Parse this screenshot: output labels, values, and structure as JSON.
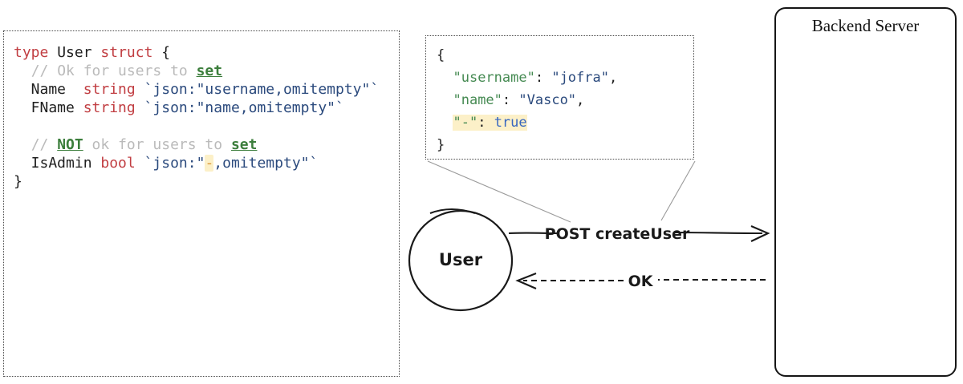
{
  "go_code": {
    "lines": [
      [
        {
          "t": "type",
          "c": "kw"
        },
        {
          "t": " User ",
          "c": "plain"
        },
        {
          "t": "struct",
          "c": "kw"
        },
        {
          "t": " {",
          "c": "plain"
        }
      ],
      [
        {
          "t": "  ",
          "c": "plain"
        },
        {
          "t": "// Ok for users to ",
          "c": "comment"
        },
        {
          "t": "set",
          "c": "em"
        }
      ],
      [
        {
          "t": "  Name  ",
          "c": "plain"
        },
        {
          "t": "string",
          "c": "kw"
        },
        {
          "t": " ",
          "c": "plain"
        },
        {
          "t": "`json:\"username,omitempty\"`",
          "c": "str"
        }
      ],
      [
        {
          "t": "  FName ",
          "c": "plain"
        },
        {
          "t": "string",
          "c": "kw"
        },
        {
          "t": " ",
          "c": "plain"
        },
        {
          "t": "`json:\"name,omitempty\"`",
          "c": "str"
        }
      ],
      [],
      [
        {
          "t": "  ",
          "c": "plain"
        },
        {
          "t": "// ",
          "c": "comment"
        },
        {
          "t": "NOT",
          "c": "em"
        },
        {
          "t": " ok for users to ",
          "c": "comment"
        },
        {
          "t": "set",
          "c": "em"
        }
      ],
      [
        {
          "t": "  IsAdmin ",
          "c": "plain"
        },
        {
          "t": "bool",
          "c": "kw"
        },
        {
          "t": " ",
          "c": "plain"
        },
        {
          "t": "`json:\"",
          "c": "str"
        },
        {
          "t": "-",
          "c": "dash"
        },
        {
          "t": ",omitempty\"`",
          "c": "str"
        }
      ],
      [
        {
          "t": "}",
          "c": "plain"
        }
      ]
    ]
  },
  "json_payload": {
    "lines": [
      [
        {
          "t": "{",
          "c": "plain"
        }
      ],
      [
        {
          "t": "  ",
          "c": "plain"
        },
        {
          "t": "\"username\"",
          "c": "key"
        },
        {
          "t": ": ",
          "c": "plain"
        },
        {
          "t": "\"jofra\"",
          "c": "val"
        },
        {
          "t": ",",
          "c": "plain"
        }
      ],
      [
        {
          "t": "  ",
          "c": "plain"
        },
        {
          "t": "\"name\"",
          "c": "key"
        },
        {
          "t": ": ",
          "c": "plain"
        },
        {
          "t": "\"Vasco\"",
          "c": "val"
        },
        {
          "t": ",",
          "c": "plain"
        }
      ],
      [
        {
          "t": "  ",
          "c": "plain"
        },
        {
          "t": "\"-\"",
          "c": "key",
          "b": true
        },
        {
          "t": ": ",
          "c": "plain",
          "b": true
        },
        {
          "t": "true",
          "c": "bool",
          "b": true
        }
      ],
      [
        {
          "t": "}",
          "c": "plain"
        }
      ]
    ]
  },
  "diagram": {
    "user_label": "User",
    "request_label": "POST createUser",
    "response_label": "OK",
    "backend_label": "Backend Server"
  },
  "colors": {
    "keyword_red": "#c13e42",
    "string_navy": "#2b4a7d",
    "comment_gray": "#bababa",
    "emphasis_green": "#3c7e3c",
    "json_key_green": "#458a52",
    "json_bool_blue": "#3767c0",
    "highlight_cream": "#fcf0c8",
    "dash_orange": "#dd9a3e",
    "ink_black": "#1a1a1a",
    "callout_gray": "#9a9a9a"
  }
}
